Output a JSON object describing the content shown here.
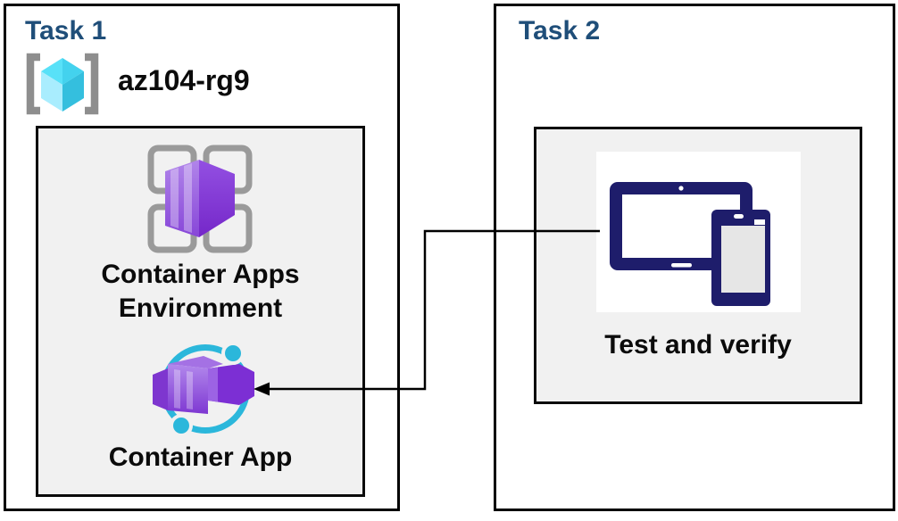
{
  "task1": {
    "title": "Task 1",
    "resource_group": {
      "name": "az104-rg9",
      "icon": "azure-resource-group-icon"
    },
    "environment": {
      "label_line1": "Container Apps",
      "label_line2": "Environment",
      "icon": "container-apps-environment-icon"
    },
    "container_app": {
      "label": "Container App",
      "icon": "container-app-icon"
    }
  },
  "task2": {
    "title": "Task 2",
    "test": {
      "label": "Test and verify",
      "icon": "tablet-and-phone-icon"
    }
  },
  "connector": {
    "from": "Test and verify",
    "to": "Container App",
    "style": "elbow-arrow",
    "color": "#000000"
  },
  "colors": {
    "title_blue": "#1F4E79",
    "panel_gray": "#F1F1F1",
    "border_black": "#000000",
    "azure_cyan": "#2BB7DB",
    "azure_purple": "#8B44D9",
    "device_navy": "#1E1D6B",
    "rg_cube_cyan": "#50E6FF"
  }
}
